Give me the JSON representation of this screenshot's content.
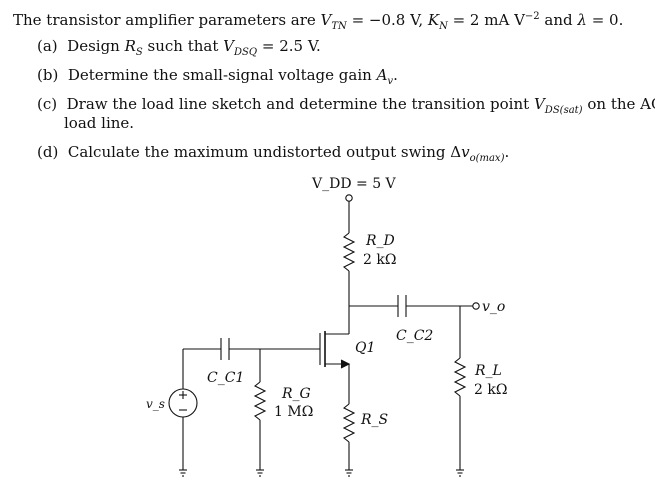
{
  "problem": {
    "intro": "The transistor amplifier parameters are V_TN = −0.8 V, K_N = 2 mA V^−2 and λ = 0.",
    "parts": [
      {
        "label": "(a)",
        "text": "Design R_S such that V_DSQ = 2.5 V."
      },
      {
        "label": "(b)",
        "text": "Determine the small-signal voltage gain A_v."
      },
      {
        "label": "(c)",
        "text": "Draw the load line sketch and determine the transition point V_DS(sat) on the AC",
        "text2": "load line."
      },
      {
        "label": "(d)",
        "text": "Calculate the maximum undistorted output swing Δv_o(max)."
      }
    ]
  },
  "circuit": {
    "vdd": "V_DD = 5 V",
    "rd": {
      "name": "R_D",
      "value": "2 kΩ"
    },
    "cc2": "C_C2",
    "vo": "v_o",
    "q1": "Q1",
    "cc1": "C_C1",
    "rl": {
      "name": "R_L",
      "value": "2 kΩ"
    },
    "vs": "v_s",
    "rg": {
      "name": "R_G",
      "value": "1 MΩ"
    },
    "rs": "R_S"
  }
}
